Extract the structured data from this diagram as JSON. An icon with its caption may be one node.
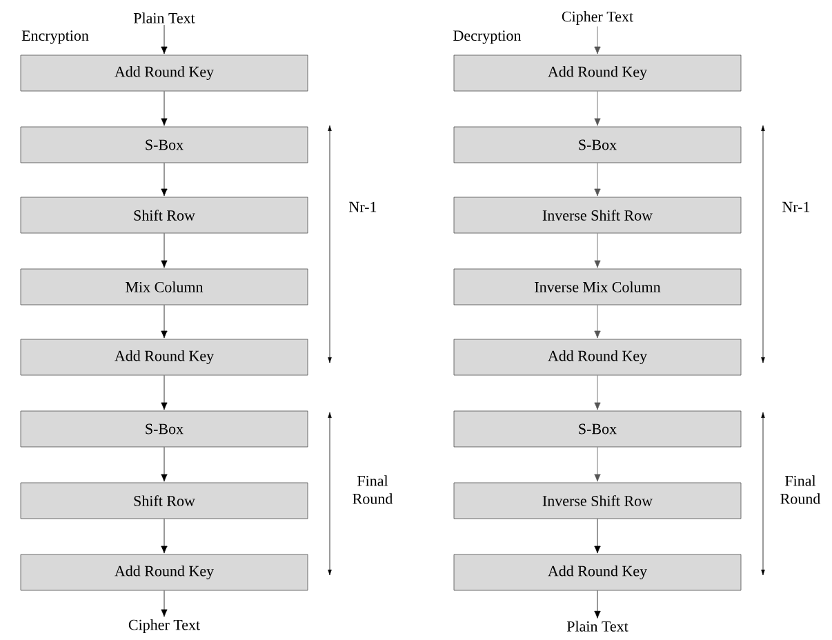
{
  "diagram": {
    "nodes": [
      {
        "text": [
          "Plain Text"
        ]
      },
      {
        "text": [
          "Add Round Key"
        ]
      },
      {
        "text": [
          "S-Box"
        ]
      },
      {
        "text": [
          "Shift Row"
        ]
      },
      {
        "text": [
          "Mix Column"
        ]
      },
      {
        "text": [
          "Add Round Key"
        ]
      },
      {
        "text": [
          "S-Box"
        ]
      },
      {
        "text": [
          "Shift Row"
        ]
      },
      {
        "text": [
          "Add Round Key"
        ]
      },
      {
        "text": [
          "Cipher Text"
        ]
      },
      {
        "text": [
          "Cipher Text"
        ]
      },
      {
        "text": [
          "Add Round Key"
        ]
      },
      {
        "text": [
          "S-Box"
        ]
      },
      {
        "text": [
          "Inverse Shift Row"
        ]
      },
      {
        "text": [
          "Inverse Mix Column"
        ]
      },
      {
        "text": [
          "Add Round Key"
        ]
      },
      {
        "text": [
          "S-Box"
        ]
      },
      {
        "text": [
          "Inverse Shift Row"
        ]
      },
      {
        "text": [
          "Add Round Key"
        ]
      },
      {
        "text": [
          "Plain Text"
        ]
      }
    ],
    "edges": [
      {
        "from": 0,
        "to": 1,
        "arrow": "to"
      },
      {
        "from": 1,
        "to": 2,
        "arrow": "to"
      },
      {
        "from": 2,
        "to": 3,
        "arrow": "to"
      },
      {
        "from": 3,
        "to": 4,
        "arrow": "to"
      },
      {
        "from": 4,
        "to": 5,
        "arrow": "to"
      },
      {
        "from": 5,
        "to": 6,
        "arrow": "to"
      },
      {
        "from": 6,
        "to": 7,
        "arrow": "to"
      },
      {
        "from": 7,
        "to": 8,
        "arrow": "to"
      },
      {
        "from": 8,
        "to": 9,
        "arrow": "to"
      },
      {
        "from": 10,
        "to": 11,
        "arrow": "to",
        "color": "#555555"
      },
      {
        "from": 11,
        "to": 12,
        "arrow": "to",
        "color": "#555555"
      },
      {
        "from": 12,
        "to": 13,
        "arrow": "to",
        "color": "#555555"
      },
      {
        "from": 13,
        "to": 14,
        "arrow": "to",
        "color": "#555555"
      },
      {
        "from": 14,
        "to": 15,
        "arrow": "to",
        "color": "#555555"
      },
      {
        "from": 15,
        "to": 16,
        "arrow": "to",
        "color": "#555555"
      },
      {
        "from": 16,
        "to": 17,
        "arrow": "to",
        "color": "#555555"
      },
      {
        "from": 17,
        "to": 18,
        "arrow": "to"
      },
      {
        "from": 18,
        "to": 19,
        "arrow": "to"
      }
    ],
    "labels": [
      "Encryption",
      "Decryption",
      "Nr-1",
      "Nr-1",
      "Final Round",
      "Final Round"
    ]
  }
}
